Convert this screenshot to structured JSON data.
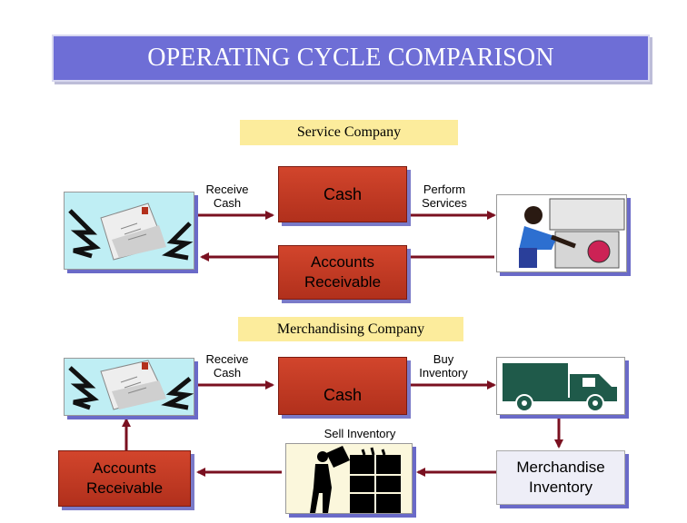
{
  "title": "OPERATING CYCLE COMPARISON",
  "service": {
    "section_label": "Service Company",
    "cash_label": "Cash",
    "receive_cash_label": "Receive\nCash",
    "perform_services_label": "Perform\nServices",
    "ar_label": "Accounts\nReceivable"
  },
  "merchandising": {
    "section_label": "Merchandising Company",
    "cash_label": "Cash",
    "receive_cash_label": "Receive\nCash",
    "buy_inventory_label": "Buy\nInventory",
    "sell_inventory_label": "Sell Inventory",
    "ar_label": "Accounts\nReceivable",
    "inventory_label": "Merchandise\nInventory"
  },
  "colors": {
    "title_bg": "#6e6ed6",
    "section_bg": "#fcec9c",
    "cash_box": "#c33a24",
    "arrow": "#7a1020",
    "shadow": "#6a6ac8",
    "truck": "#1f5a4a"
  }
}
